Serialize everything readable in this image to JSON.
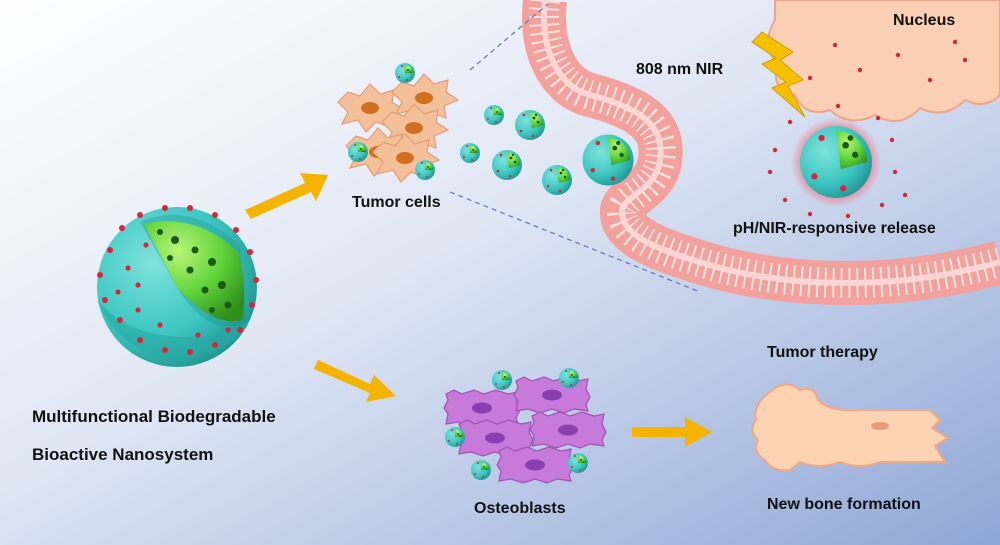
{
  "labels": {
    "nanosystem_line1": "Multifunctional Biodegradable",
    "nanosystem_line2": "Bioactive Nanosystem",
    "tumor_cells": "Tumor cells",
    "osteoblasts": "Osteoblasts",
    "nir": "808 nm NIR",
    "nucleus": "Nucleus",
    "release": "pH/NIR-responsive release",
    "tumor_therapy": "Tumor therapy",
    "new_bone": "New bone formation"
  },
  "colors": {
    "background_top": "#ffffff",
    "background_bottom": "#8fa7d6",
    "arrow": "#f5b400",
    "shell": "#3cc6c1",
    "core": "#5fd33a",
    "dots": "#d9243a",
    "tumor_cell": "#f4c09a",
    "tumor_nucleus": "#d0701f",
    "osteoblast": "#c77ad9",
    "osteoblast_nucleus": "#8a3fb0",
    "membrane": "#f6a9a6",
    "nucleus_fill": "#fbcfb3",
    "bone": "#fbd3b2"
  }
}
